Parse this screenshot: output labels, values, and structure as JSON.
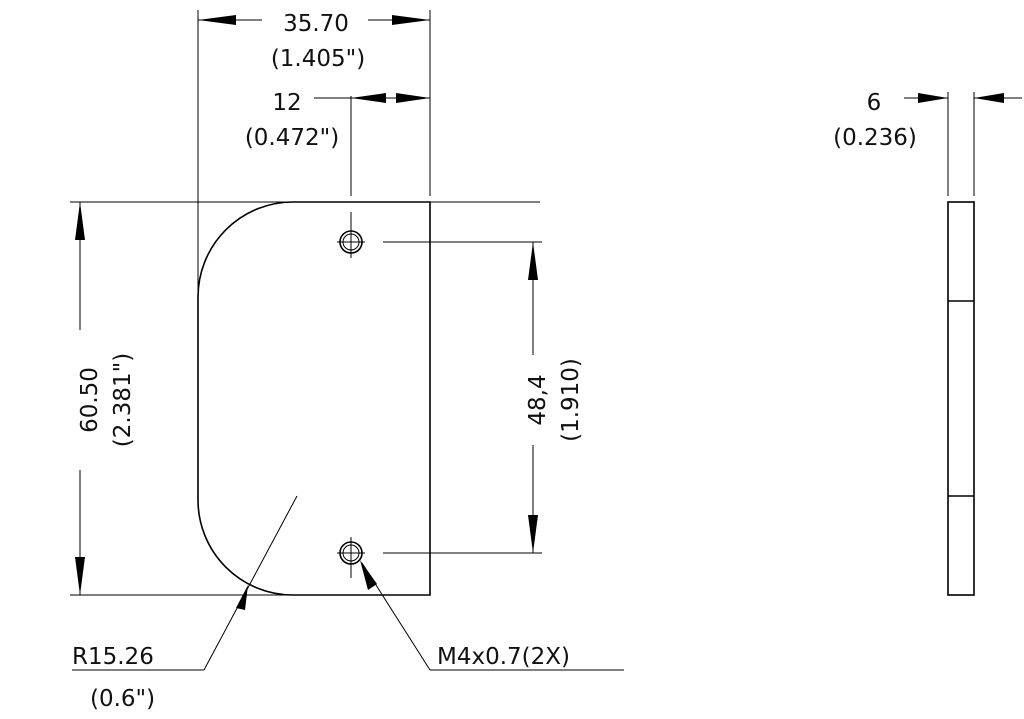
{
  "dimensions": {
    "width_mm": "35.70",
    "width_in": "(1.405\")",
    "hole_offset_mm": "12",
    "hole_offset_in": "(0.472\")",
    "thickness_mm": "6",
    "thickness_in": "(0.236)",
    "height_mm": "60.50",
    "height_in": "(2.381\")",
    "hole_spacing_mm": "48,4",
    "hole_spacing_in": "(1.910)",
    "radius_mm": "R15.26",
    "radius_in": "(0.6\")",
    "thread_callout": "M4x0.7(2X)"
  }
}
